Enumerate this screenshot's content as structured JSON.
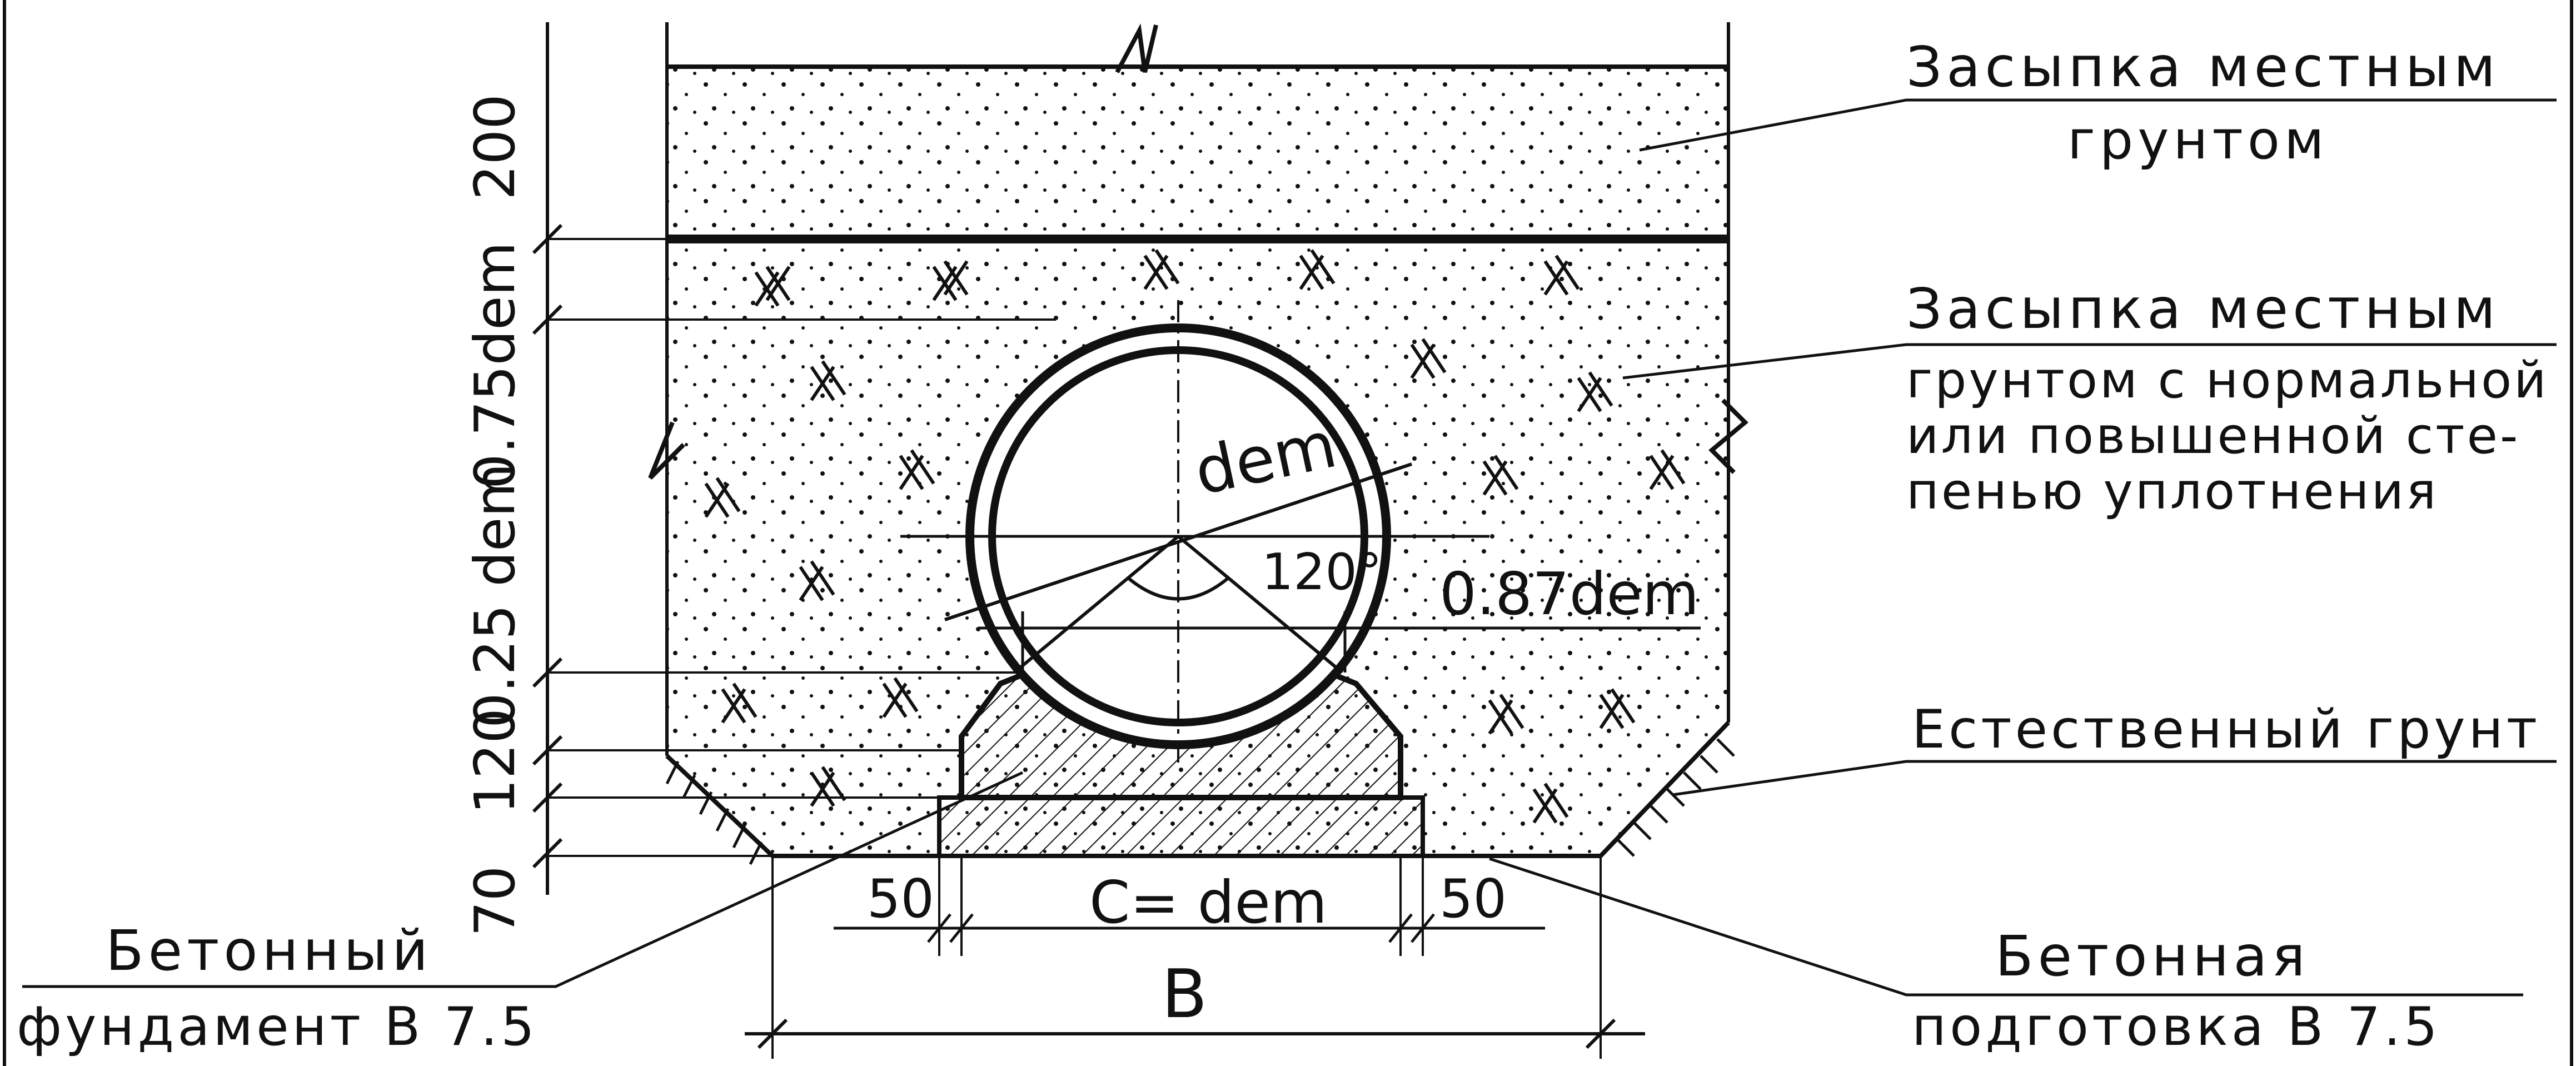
{
  "labels": {
    "backfill_top_line1": "Засыпка местным",
    "backfill_top_line2": "грунтом",
    "backfill_mid_line1": "Засыпка местным",
    "backfill_mid_line2": "грунтом с нормальной",
    "backfill_mid_line3": "или повышенной сте-",
    "backfill_mid_line4": "пенью уплотнения",
    "natural_soil": "Естественный грунт",
    "foundation_line1": "Бетонный",
    "foundation_line2": "фундамент В 7.5",
    "prep_line1": "Бетонная",
    "prep_line2": "подготовка В 7.5"
  },
  "dimensions": {
    "d200": "200",
    "d075": "0.75dem",
    "d025": "0.25 dem",
    "d120": "120",
    "d70": "70",
    "angle": "120°",
    "d087": "0.87dem",
    "radius": "dem",
    "left50": "50",
    "right50": "50",
    "span": "C= dem",
    "width": "B"
  },
  "colors": {
    "ink": "#111111",
    "paper": "#ffffff"
  }
}
